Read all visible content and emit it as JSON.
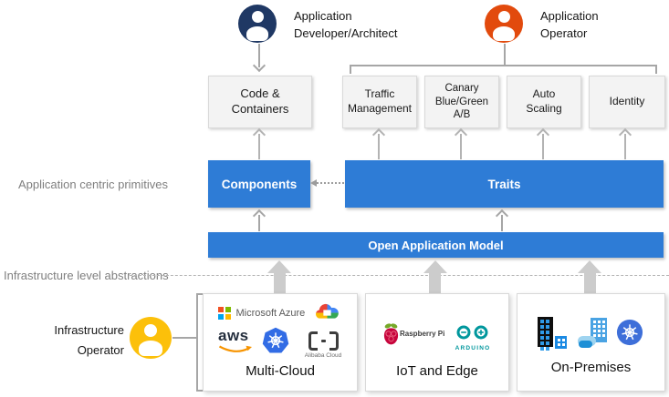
{
  "colors": {
    "primitive_blue": "#2e7cd6",
    "developer_navy": "#1f3864",
    "operator_orange": "#e24a0d",
    "infrastructure_gold": "#fcc00a",
    "connector_gray": "#a6a6a6",
    "artifact_box_gray": "#f3f3f3"
  },
  "personas": {
    "developer": {
      "line1": "Application",
      "line2": "Developer/Architect"
    },
    "app_operator": {
      "line1": "Application",
      "line2": "Operator"
    },
    "infra_operator": {
      "line1": "Infrastructure",
      "line2": "Operator"
    }
  },
  "section_labels": {
    "app_centric": "Application centric primitives",
    "infra_abstractions": "Infrastructure level abstractions"
  },
  "artifact_boxes": {
    "code": "Code &\nContainers",
    "traffic": "Traffic\nManagement",
    "canary": "Canary\nBlue/Green\nA/B",
    "autoscaling": "Auto\nScaling",
    "identity": "Identity"
  },
  "primitive_boxes": {
    "components": "Components",
    "traits": "Traits",
    "oam": "Open Application Model"
  },
  "platforms": {
    "multicloud": {
      "label": "Multi-Cloud",
      "azure_text": "Microsoft Azure",
      "aws_text": "aws",
      "alibaba_text": "Alibaba Cloud"
    },
    "iot": {
      "label": "IoT and Edge",
      "raspberry_text": "Raspberry Pi",
      "arduino_text": "ARDUINO"
    },
    "onprem": {
      "label": "On-Premises"
    }
  },
  "icons": {
    "developer_avatar": "person-icon",
    "app_operator_avatar": "person-icon",
    "infra_operator_avatar": "person-icon",
    "kubernetes": "kubernetes-helm-icon",
    "google_cloud": "google-cloud-icon",
    "microsoft_azure": "microsoft-squares-icon",
    "aws": "aws-smile-icon",
    "alibaba_cloud": "alibaba-brackets-icon",
    "raspberry_pi": "raspberry-pi-icon",
    "arduino": "arduino-infinity-icon",
    "onprem_buildings": "buildings-icon",
    "onprem_cloud_building": "building-cloud-icon"
  }
}
